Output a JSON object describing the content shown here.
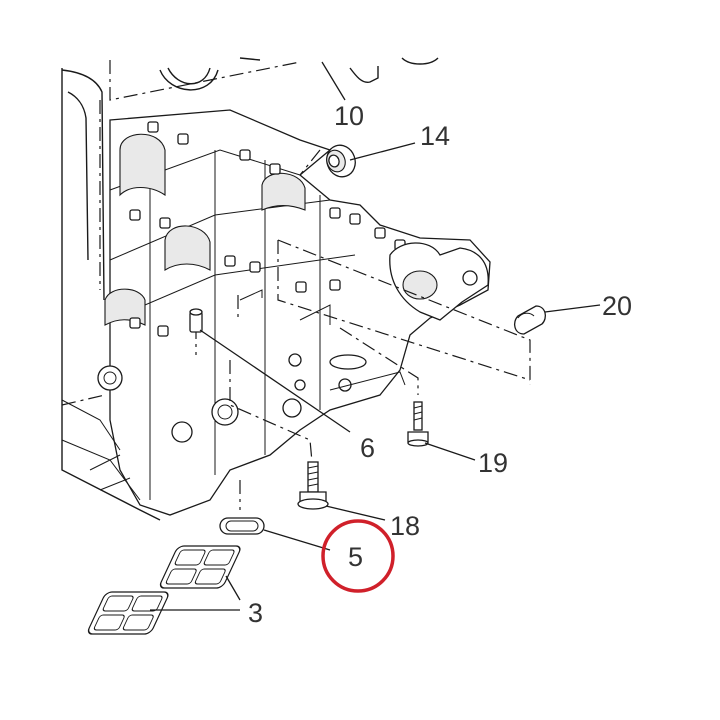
{
  "diagram": {
    "callouts": [
      {
        "id": "10",
        "label": "10"
      },
      {
        "id": "14",
        "label": "14"
      },
      {
        "id": "20",
        "label": "20"
      },
      {
        "id": "6",
        "label": "6"
      },
      {
        "id": "19",
        "label": "19"
      },
      {
        "id": "18",
        "label": "18"
      },
      {
        "id": "5",
        "label": "5"
      },
      {
        "id": "3",
        "label": "3"
      }
    ],
    "highlight": {
      "target": "5",
      "color": "#d0202a"
    },
    "line_color": "#1a1a1a",
    "label_color": "#333333"
  }
}
